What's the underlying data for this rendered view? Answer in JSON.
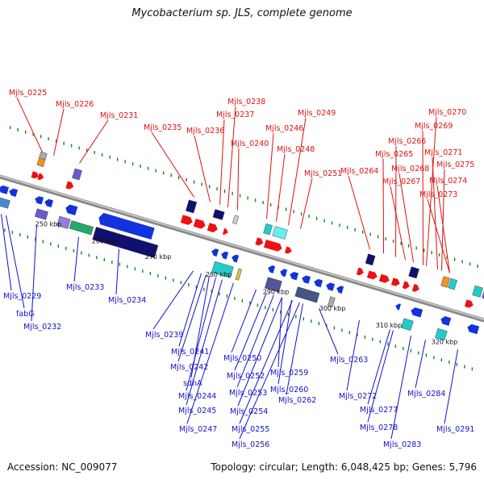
{
  "header": {
    "title": "Mycobacterium sp. JLS, complete genome"
  },
  "footer": {
    "accession": "Accession: NC_009077",
    "stats": "Topology: circular; Length: 6,048,425 bp; Genes: 5,796"
  },
  "colors": {
    "forward_label": "#dd1111",
    "reverse_label": "#1111cc",
    "forward_gene": "#ee1111",
    "reverse_gene": "#1133dd",
    "backbone": "#999999",
    "tick": "#118811"
  },
  "scale": {
    "unit": "kbp",
    "ticks": [
      "250 kbp",
      "260 kbp",
      "270 kbp",
      "280 kbp",
      "290 kbp",
      "300 kbp",
      "310 kbp",
      "320 kbp"
    ]
  },
  "genes": {
    "forward": [
      "Mjls_0225",
      "Mjls_0226",
      "Mjls_0231",
      "Mjls_0235",
      "Mjls_0236",
      "Mjls_0237",
      "Mjls_0238",
      "Mjls_0240",
      "Mjls_0246",
      "Mjls_0248",
      "Mjls_0249",
      "Mjls_0251",
      "Mjls_0264",
      "Mjls_0265",
      "Mjls_0266",
      "Mjls_0267",
      "Mjls_0268",
      "Mjls_0269",
      "Mjls_0270",
      "Mjls_0271",
      "Mjls_0273",
      "Mjls_0274",
      "Mjls_0275"
    ],
    "reverse": [
      "Mjls_0229",
      "fabG",
      "Mjls_0232",
      "Mjls_0233",
      "Mjls_0234",
      "Mjls_0239",
      "Mjls_0241",
      "Mjls_0242",
      "sdhA",
      "Mjls_0244",
      "Mjls_0245",
      "Mjls_0247",
      "Mjls_0250",
      "Mjls_0252",
      "Mjls_0253",
      "Mjls_0254",
      "Mjls_0255",
      "Mjls_0256",
      "Mjls_0259",
      "Mjls_0260",
      "Mjls_0262",
      "Mjls_0263",
      "Mjls_0272",
      "Mjls_0277",
      "Mjls_0278",
      "Mjls_0283",
      "Mjls_0284",
      "Mjls_0291"
    ]
  }
}
